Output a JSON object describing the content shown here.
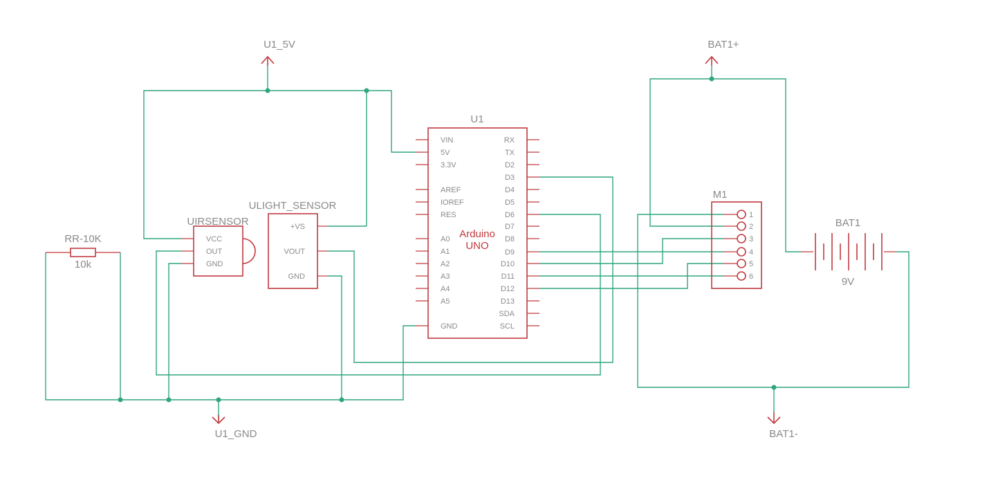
{
  "power": {
    "u1_5v": "U1_5V",
    "u1_gnd": "U1_GND",
    "bat_plus": "BAT1+",
    "bat_minus": "BAT1-"
  },
  "resistor": {
    "name": "RR-10K",
    "value": "10k"
  },
  "ir_sensor": {
    "name": "UIRSENSOR",
    "pins": [
      "VCC",
      "OUT",
      "GND"
    ]
  },
  "light_sensor": {
    "name": "ULIGHT_SENSOR",
    "pins": [
      "+VS",
      "VOUT",
      "GND"
    ]
  },
  "arduino": {
    "ref": "U1",
    "center_line1": "Arduino",
    "center_line2": "UNO",
    "left_pins": [
      "VIN",
      "5V",
      "3.3V",
      "AREF",
      "IOREF",
      "RES",
      "A0",
      "A1",
      "A2",
      "A3",
      "A4",
      "A5",
      "GND"
    ],
    "right_pins": [
      "RX",
      "TX",
      "D2",
      "D3",
      "D4",
      "D5",
      "D6",
      "D7",
      "D8",
      "D9",
      "D10",
      "D11",
      "D12",
      "D13",
      "SDA",
      "SCL"
    ]
  },
  "motor": {
    "ref": "M1",
    "pins": [
      "1",
      "2",
      "3",
      "4",
      "5",
      "6"
    ]
  },
  "battery": {
    "name": "BAT1",
    "value": "9V"
  },
  "colors": {
    "wire": "#2fa67c",
    "part": "#c0393f",
    "label": "#8a8a8a"
  }
}
